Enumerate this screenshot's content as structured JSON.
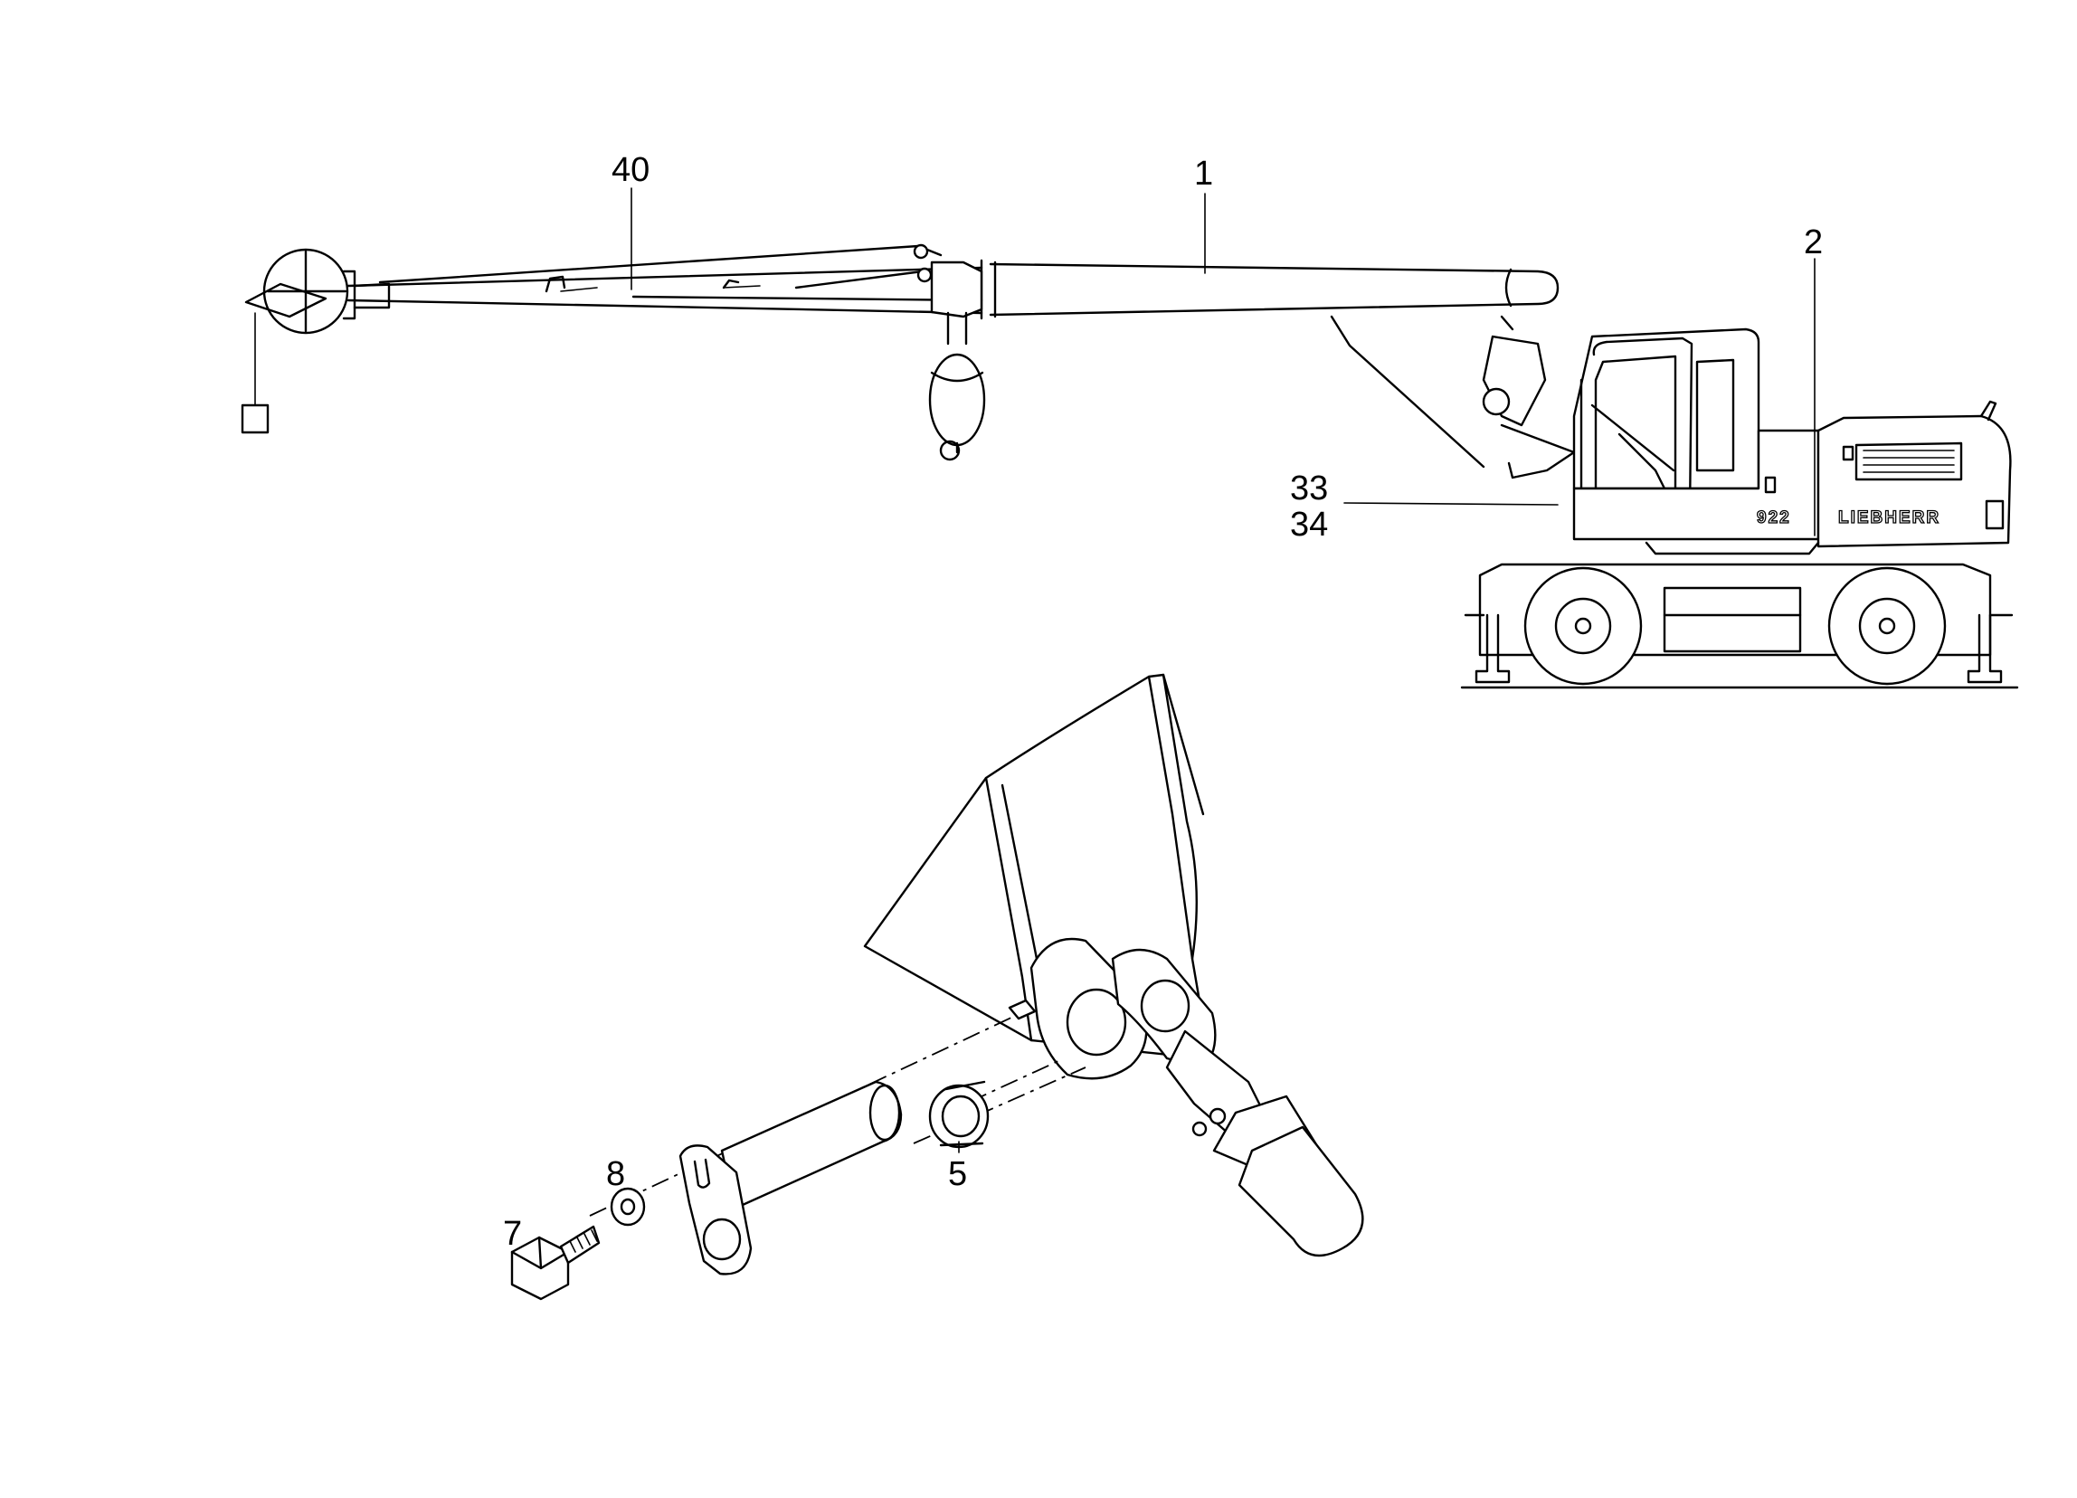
{
  "callouts": {
    "c1": "1",
    "c2": "2",
    "c5": "5",
    "c7": "7",
    "c8": "8",
    "c33": "33",
    "c34": "34",
    "c40": "40"
  },
  "machine_marking": {
    "model": "922",
    "brand": "LIEBHERR"
  }
}
